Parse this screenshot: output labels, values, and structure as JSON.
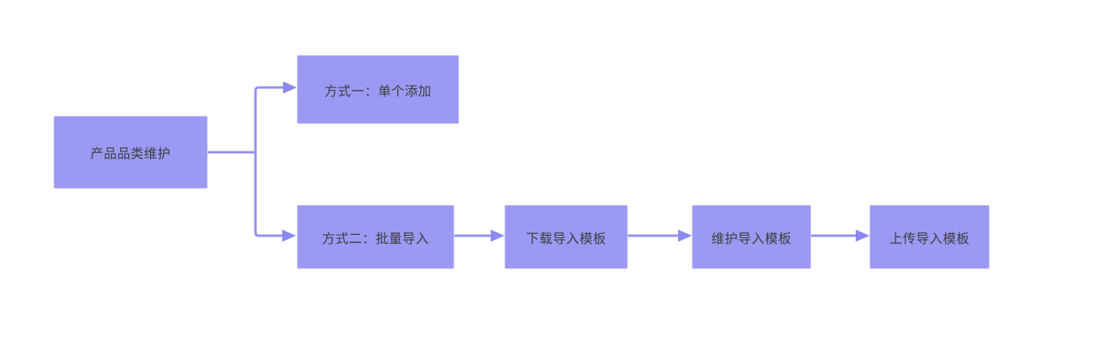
{
  "diagram": {
    "nodes": [
      {
        "id": "product-category-maintenance",
        "label": "产品品类维护"
      },
      {
        "id": "method-one-single-add",
        "label": "方式一：单个添加"
      },
      {
        "id": "method-two-batch-import",
        "label": "方式二：批量导入"
      },
      {
        "id": "download-import-template",
        "label": "下载导入模板"
      },
      {
        "id": "maintain-import-template",
        "label": "维护导入模板"
      },
      {
        "id": "upload-import-template",
        "label": "上传导入模板"
      }
    ],
    "colors": {
      "node_fill": "#9b99f3",
      "node_border": "#c6c4f6",
      "connector": "#9391ef",
      "arrowhead": "#8b89ee",
      "text": "#3d3d3d",
      "background": "#ffffff"
    }
  }
}
